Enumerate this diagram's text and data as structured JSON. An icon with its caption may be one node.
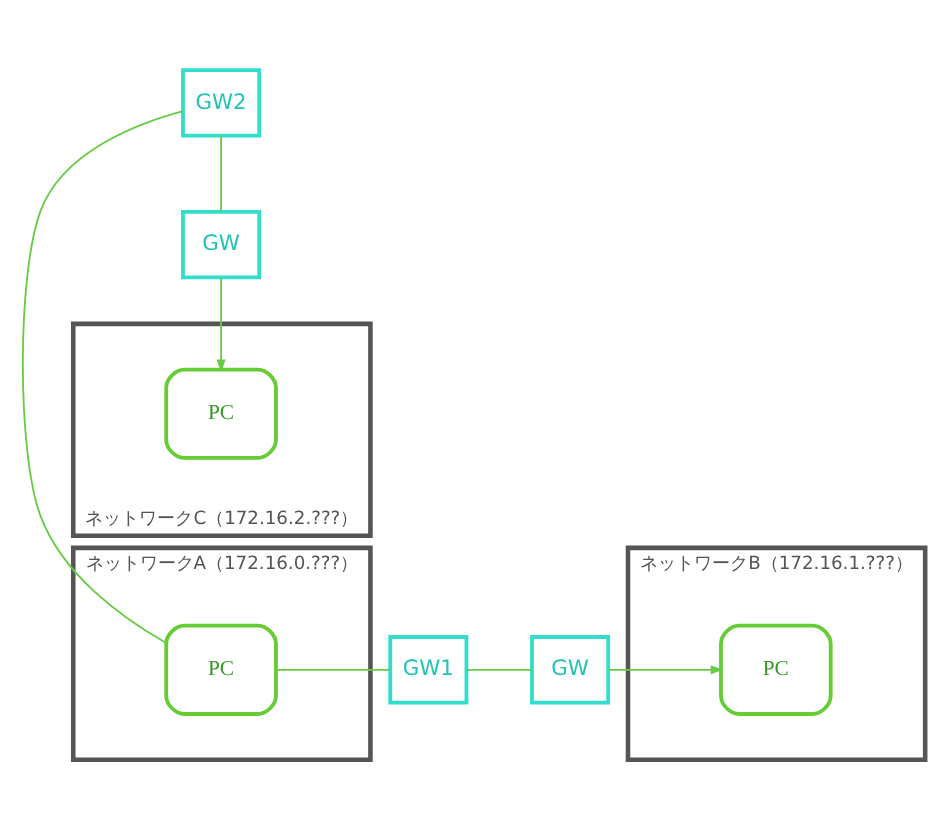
{
  "diagram": {
    "nodes": [
      {
        "text": [
          "ネットワークA（172.16.0.???）"
        ]
      },
      {
        "text": [
          "PC"
        ],
        "in": 0
      },
      {
        "text": [
          "GW1"
        ]
      },
      {
        "text": [
          "GW2"
        ]
      },
      {
        "text": [
          "ネットワークB（172.16.1.???）"
        ]
      },
      {
        "text": [
          "GW"
        ]
      },
      {
        "text": [
          "PC"
        ],
        "in": 4
      },
      {
        "text": [
          "ネットワークC（172.16.2.???）"
        ]
      },
      {
        "text": [
          "GW"
        ]
      },
      {
        "text": [
          "PC"
        ],
        "in": 7
      }
    ],
    "edges": [
      {
        "from": 1,
        "to": 2,
        "arrow": "none"
      },
      {
        "from": 2,
        "to": 5,
        "arrow": "none"
      },
      {
        "from": 5,
        "to": 6,
        "arrow": "to"
      },
      {
        "from": 1,
        "to": 3,
        "arrow": "none"
      },
      {
        "from": 3,
        "to": 8,
        "arrow": "none"
      },
      {
        "from": 8,
        "to": 9,
        "arrow": "to"
      }
    ]
  }
}
